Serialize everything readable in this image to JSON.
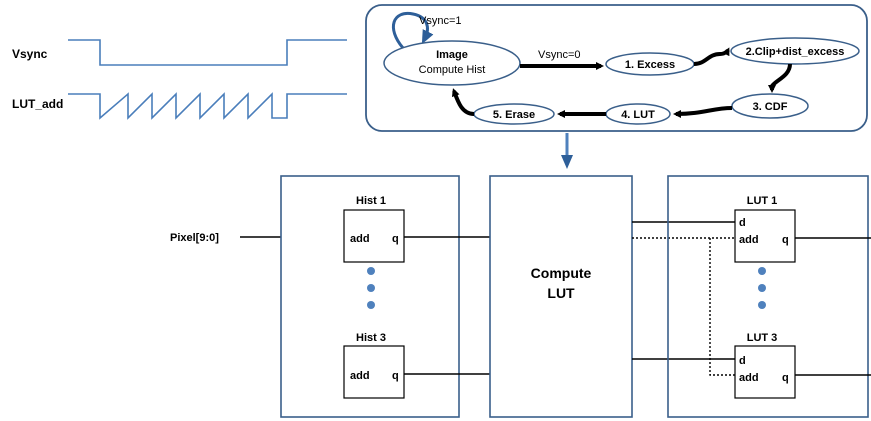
{
  "waveforms": {
    "vsync_label": "Vsync",
    "lut_add_label": "LUT_add"
  },
  "fsm": {
    "self_loop_label": "Vsync=1",
    "transition_label": "Vsync=0",
    "states": {
      "image_line1": "Image",
      "image_line2": "Compute Hist",
      "excess": "1. Excess",
      "clip": "2.Clip+dist_excess",
      "cdf": "3. CDF",
      "lut": "4. LUT",
      "erase": "5. Erase"
    }
  },
  "datapath": {
    "pixel_label": "Pixel[9:0]",
    "hist_top_title": "Hist 1",
    "hist_bottom_title": "Hist 3",
    "compute_line1": "Compute",
    "compute_line2": "LUT",
    "lut_top_title": "LUT 1",
    "lut_bottom_title": "LUT 3",
    "port_add": "add",
    "port_q": "q",
    "port_d": "d"
  },
  "colors": {
    "wave": "#4a7ebb",
    "box_border": "#3a5f8a",
    "arrow": "#000000",
    "dot": "#4f81bd"
  }
}
